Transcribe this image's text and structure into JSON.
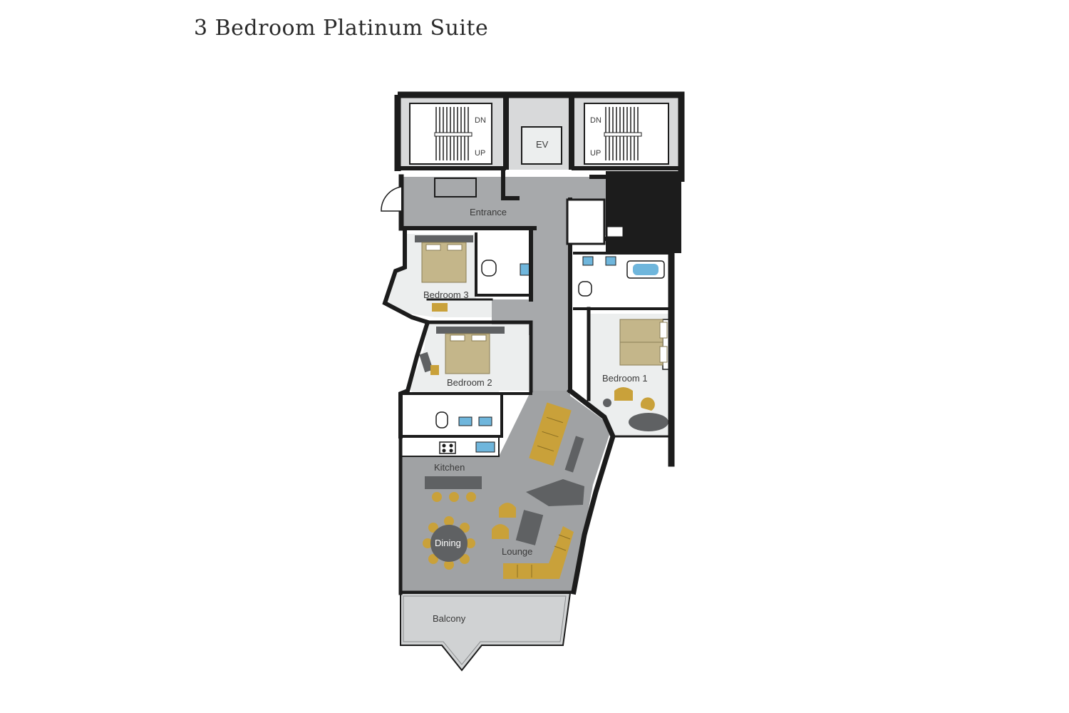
{
  "title": "3 Bedroom Platinum Suite",
  "rooms": {
    "entrance": "Entrance",
    "bedroom1": "Bedroom 1",
    "bedroom2": "Bedroom 2",
    "bedroom3": "Bedroom 3",
    "kitchen": "Kitchen",
    "dining": "Dining",
    "lounge": "Lounge",
    "balcony": "Balcony"
  },
  "core": {
    "elevator": "EV",
    "stair_left_down": "DN",
    "stair_left_up": "UP",
    "stair_right_down": "DN",
    "stair_right_up": "UP"
  },
  "colors": {
    "wall": "#1c1c1c",
    "corridor": "#a7a9ab",
    "living_floor": "#a0a2a4",
    "room_floor": "#eceeee",
    "core_floor": "#d8d9da",
    "bed": "#c4b68a",
    "furniture": "#c9a13a",
    "fixture": "#6fb6dc",
    "counter": "#5f6163"
  }
}
